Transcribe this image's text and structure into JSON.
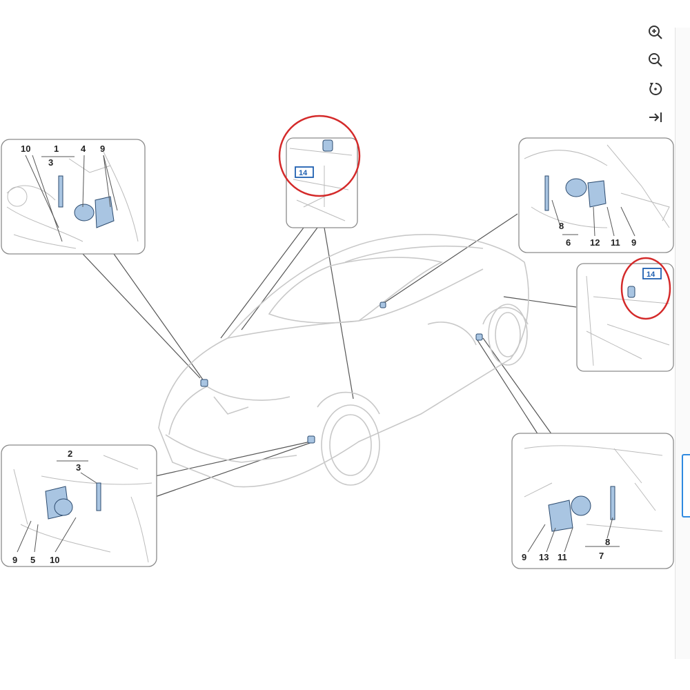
{
  "toolbar": {
    "zoom_in_icon": "zoom-in-icon",
    "zoom_out_icon": "zoom-out-icon",
    "reset_icon": "rotate-reset-icon",
    "expand_icon": "arrow-to-right-icon"
  },
  "colors": {
    "line": "#555555",
    "car_line": "#c8c8c8",
    "part_fill": "#a9c5e2",
    "part_stroke": "#2b4a6e",
    "highlight": "#d42a2a",
    "ref_box": "#1e5fb0",
    "panel_border": "#8a8a8a",
    "side_tab": "#2f8ae0"
  },
  "diagram": {
    "callouts": {
      "front_left": [
        "10",
        "1",
        "3",
        "4",
        "9"
      ],
      "top_sensor": [
        "14"
      ],
      "rear_right_upper": [
        "8",
        "6",
        "12",
        "11",
        "9"
      ],
      "rear_right_small": [
        "14"
      ],
      "front_right": [
        "2",
        "3",
        "9",
        "5",
        "10"
      ],
      "rear_left": [
        "9",
        "13",
        "11",
        "8",
        "7"
      ]
    }
  }
}
